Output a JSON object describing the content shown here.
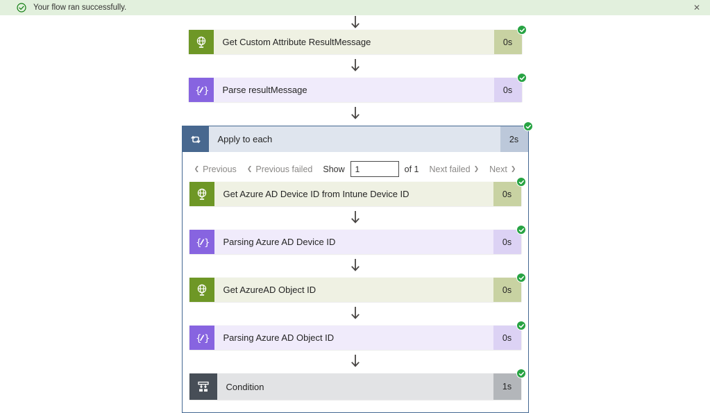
{
  "banner": {
    "message": "Your flow ran successfully."
  },
  "icons": {
    "close": "✕",
    "chevron_left": "❮",
    "chevron_right": "❯"
  },
  "colors": {
    "banner_bg": "#e2f0dd",
    "success_green": "#27a343",
    "banner_check_green": "#107c10",
    "http_green": "#6e9726",
    "json_purple": "#8764e0",
    "scope_blue": "#48688f",
    "condition_gray": "#474e57"
  },
  "flow": {
    "actions": [
      {
        "title": "Get Custom Attribute ResultMessage",
        "duration": "0s"
      },
      {
        "title": "Parse resultMessage",
        "duration": "0s"
      }
    ],
    "scope": {
      "title": "Apply to each",
      "duration": "2s",
      "pagination": {
        "previous": "Previous",
        "previous_failed": "Previous failed",
        "show": "Show",
        "page": "1",
        "of": "of 1",
        "next_failed": "Next failed",
        "next": "Next"
      },
      "actions": [
        {
          "title": "Get Azure AD Device ID from Intune Device ID",
          "duration": "0s"
        },
        {
          "title": "Parsing Azure AD Device ID",
          "duration": "0s"
        },
        {
          "title": "Get AzureAD Object ID",
          "duration": "0s"
        },
        {
          "title": "Parsing Azure AD Object ID",
          "duration": "0s"
        },
        {
          "title": "Condition",
          "duration": "1s"
        }
      ]
    }
  }
}
